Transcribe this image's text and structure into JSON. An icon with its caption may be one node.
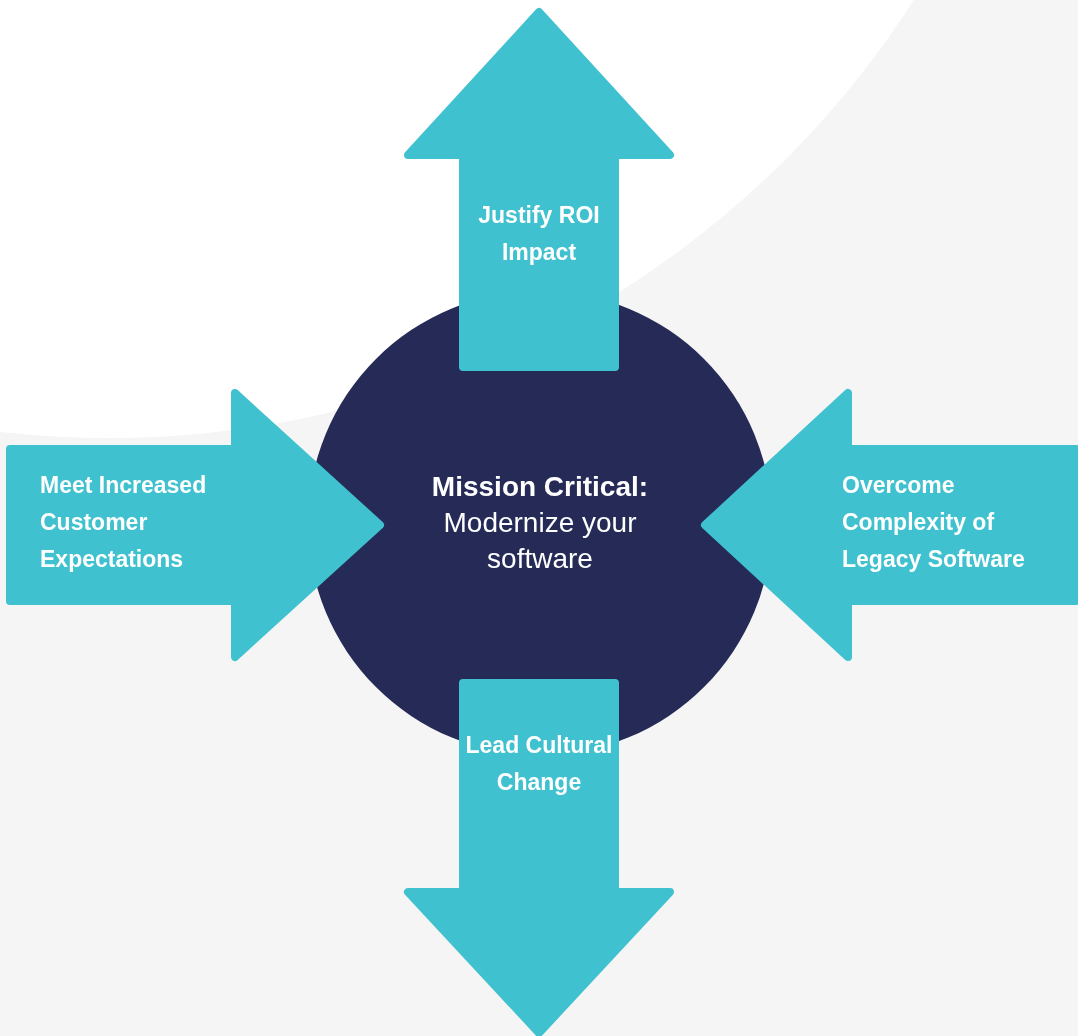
{
  "diagram": {
    "nodes": [
      {
        "text": [
          "Justify ROI Impact"
        ]
      },
      {
        "text": [
          "Meet Increased Customer Expectations"
        ]
      },
      {
        "text": [
          "Mission Critical:",
          "Modernize your software"
        ]
      },
      {
        "text": [
          "Overcome Complexity of Legacy Software"
        ]
      },
      {
        "text": [
          "Lead Cultural Change"
        ]
      }
    ]
  }
}
